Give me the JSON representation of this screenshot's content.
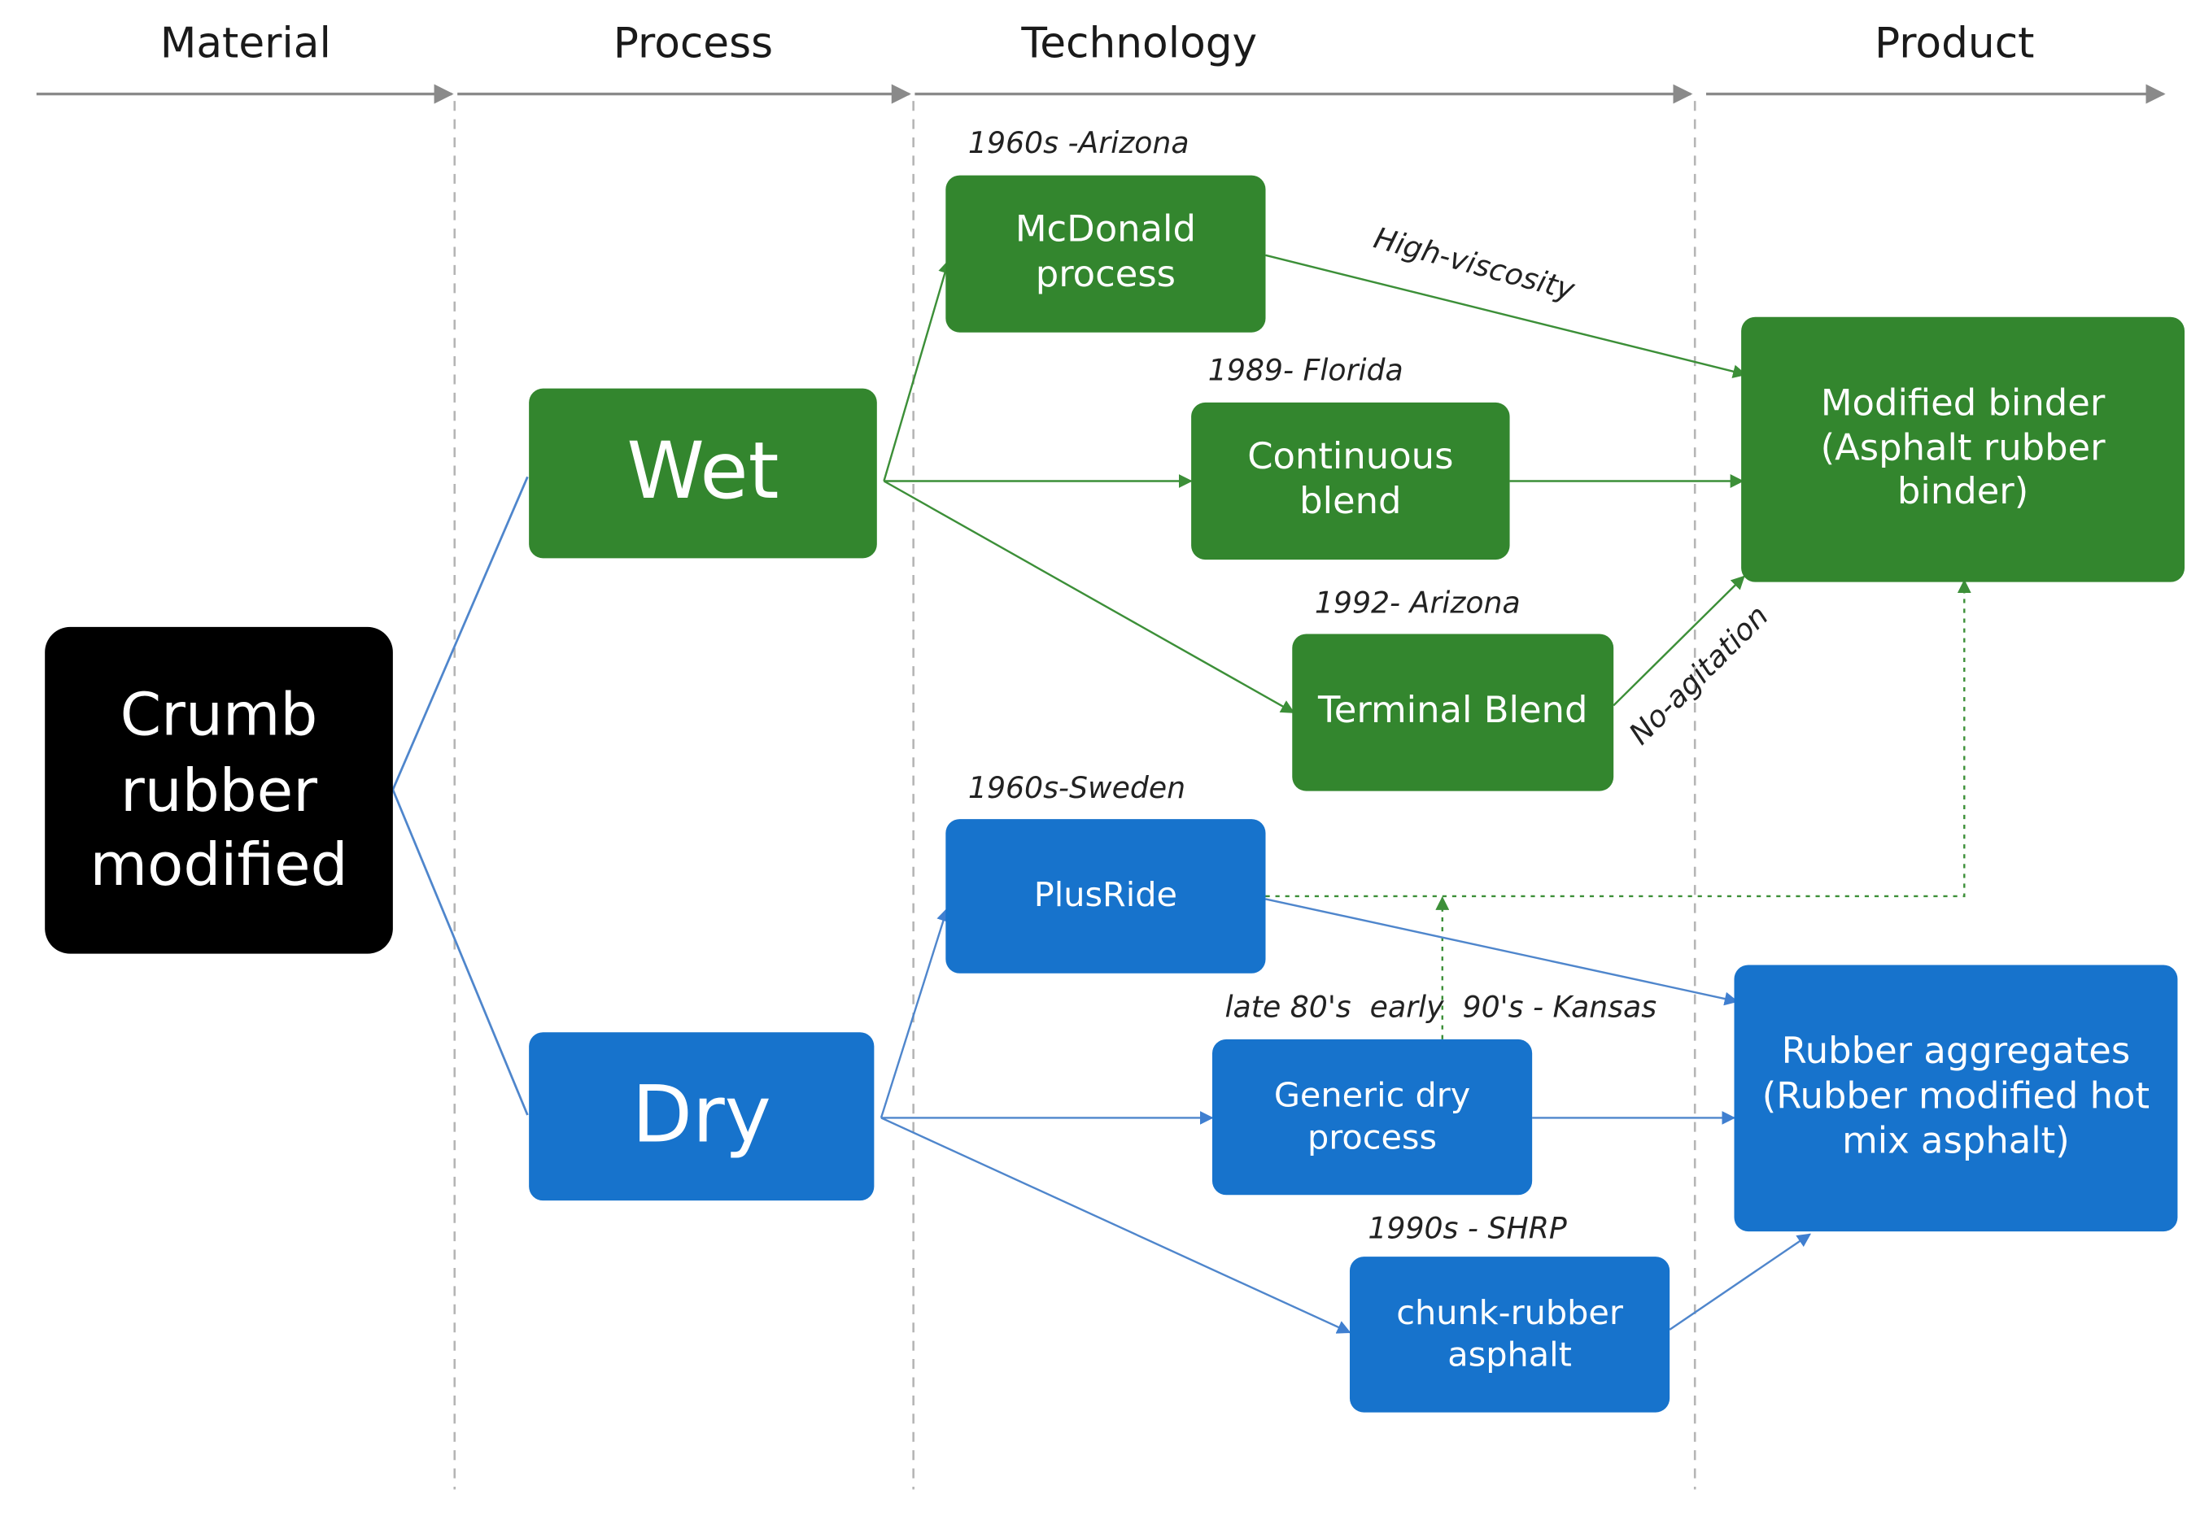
{
  "headers": {
    "material": "Material",
    "process": "Process",
    "technology": "Technology",
    "product": "Product"
  },
  "nodes": {
    "crumb": "Crumb\nrubber\nmodified",
    "wet": "Wet",
    "dry": "Dry",
    "mcdonald": "McDonald\nprocess",
    "continuous": "Continuous\nblend",
    "terminal": "Terminal Blend",
    "plusride": "PlusRide",
    "generic": "Generic dry\nprocess",
    "chunk": "chunk-rubber\nasphalt",
    "binder": "Modified binder\n(Asphalt rubber binder)",
    "aggregates": "Rubber aggregates\n(Rubber modified hot\nmix asphalt)"
  },
  "notes": {
    "mcdonald_origin": "1960s -Arizona",
    "continuous_origin": "1989- Florida",
    "terminal_origin": "1992- Arizona",
    "plusride_origin": "1960s-Sweden",
    "generic_origin": "late 80's  early  90's - Kansas",
    "chunk_origin": "1990s - SHRP"
  },
  "edge_labels": {
    "high_viscosity": "High-viscosity",
    "no_agitation": "No-agitation"
  },
  "colors": {
    "wet_green": "#33862e",
    "dry_blue": "#1773cc",
    "crumb_black": "#000000",
    "divider_gray": "#b5b5b5"
  }
}
